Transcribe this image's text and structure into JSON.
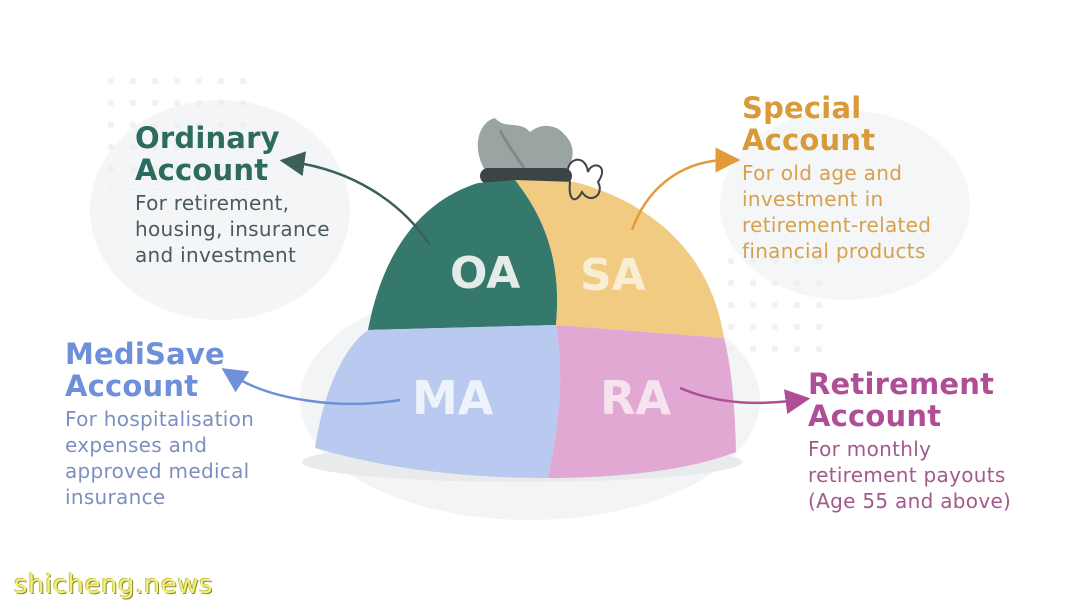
{
  "accounts": {
    "oa": {
      "abbr": "OA",
      "title_line1": "Ordinary",
      "title_line2": "Account",
      "desc_lines": [
        "For retirement,",
        "housing, insurance",
        "and investment"
      ],
      "color": "#2d6a60"
    },
    "sa": {
      "abbr": "SA",
      "title_line1": "Special",
      "title_line2": "Account",
      "desc_lines": [
        "For old age and",
        "investment in",
        "retirement-related",
        "financial products"
      ],
      "color": "#d99a3a"
    },
    "ma": {
      "abbr": "MA",
      "title_line1": "MediSave",
      "title_line2": "Account",
      "desc_lines": [
        "For hospitalisation",
        "expenses and",
        "approved medical",
        "insurance"
      ],
      "color": "#6e8fd9"
    },
    "ra": {
      "abbr": "RA",
      "title_line1": "Retirement",
      "title_line2": "Account",
      "desc_lines": [
        "For monthly",
        "retirement payouts",
        "(Age 55 and above)"
      ],
      "color": "#b04e95"
    }
  },
  "watermark": "shicheng.news"
}
